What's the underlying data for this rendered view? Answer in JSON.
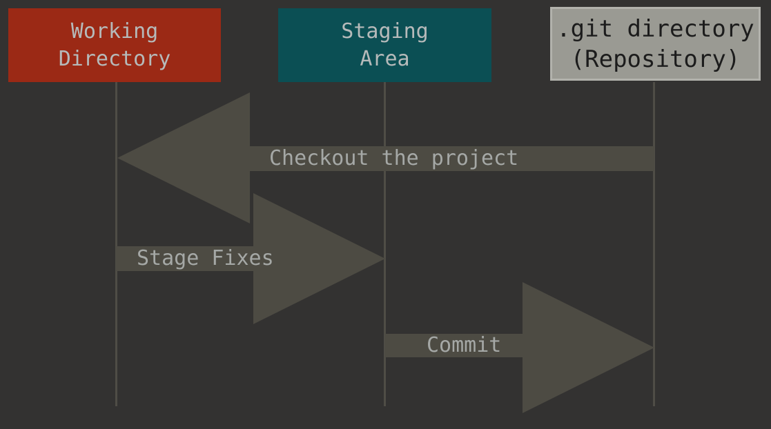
{
  "diagram": {
    "type": "git-areas-flow-diagram",
    "background_color": "#333231",
    "arrow_color": "#4d4b43",
    "lifeline_color": "#4f4d46",
    "lanes": [
      {
        "id": "working-directory",
        "lines": [
          "Working",
          "Directory"
        ],
        "fill": "#9b2915",
        "text_color": "#b6baba"
      },
      {
        "id": "staging-area",
        "lines": [
          "Staging",
          "Area"
        ],
        "fill": "#0b4f54",
        "text_color": "#b6baba"
      },
      {
        "id": "git-directory",
        "lines": [
          ".git directory",
          "(Repository)"
        ],
        "fill": "#9a9a93",
        "text_color": "#1c1c1c"
      }
    ],
    "arrows": [
      {
        "id": "checkout",
        "label": "Checkout the project",
        "from": "git-directory",
        "to": "working-directory",
        "direction": "left",
        "label_color": "#a5a8a6"
      },
      {
        "id": "stage-fixes",
        "label": "Stage Fixes",
        "from": "working-directory",
        "to": "staging-area",
        "direction": "right",
        "label_color": "#a5a8a6"
      },
      {
        "id": "commit",
        "label": "Commit",
        "from": "staging-area",
        "to": "git-directory",
        "direction": "right",
        "label_color": "#a5a8a6"
      }
    ]
  }
}
